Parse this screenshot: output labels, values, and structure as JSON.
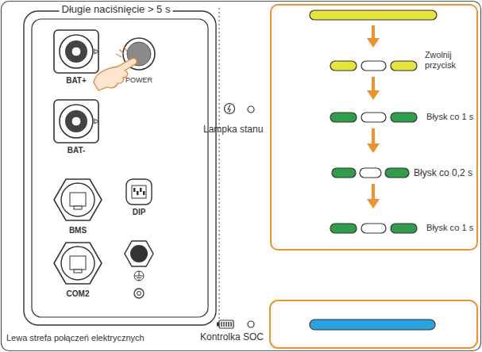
{
  "diagram": {
    "nodes": [
      {
        "text": [
          "Zwolnij przycisk",
          "Błysk co 1 s",
          "Błysk co 0,2 s",
          "Błysk co 1 s"
        ]
      }
    ],
    "labels": [
      "Długie naciśnięcie > 5 s",
      "BAT+",
      "POWER",
      "BAT-",
      "BMS",
      "DIP",
      "COM2",
      "Lampka stanu",
      "Kontrolka SOC",
      "Lewa strefa połączeń elektrycznych"
    ]
  }
}
